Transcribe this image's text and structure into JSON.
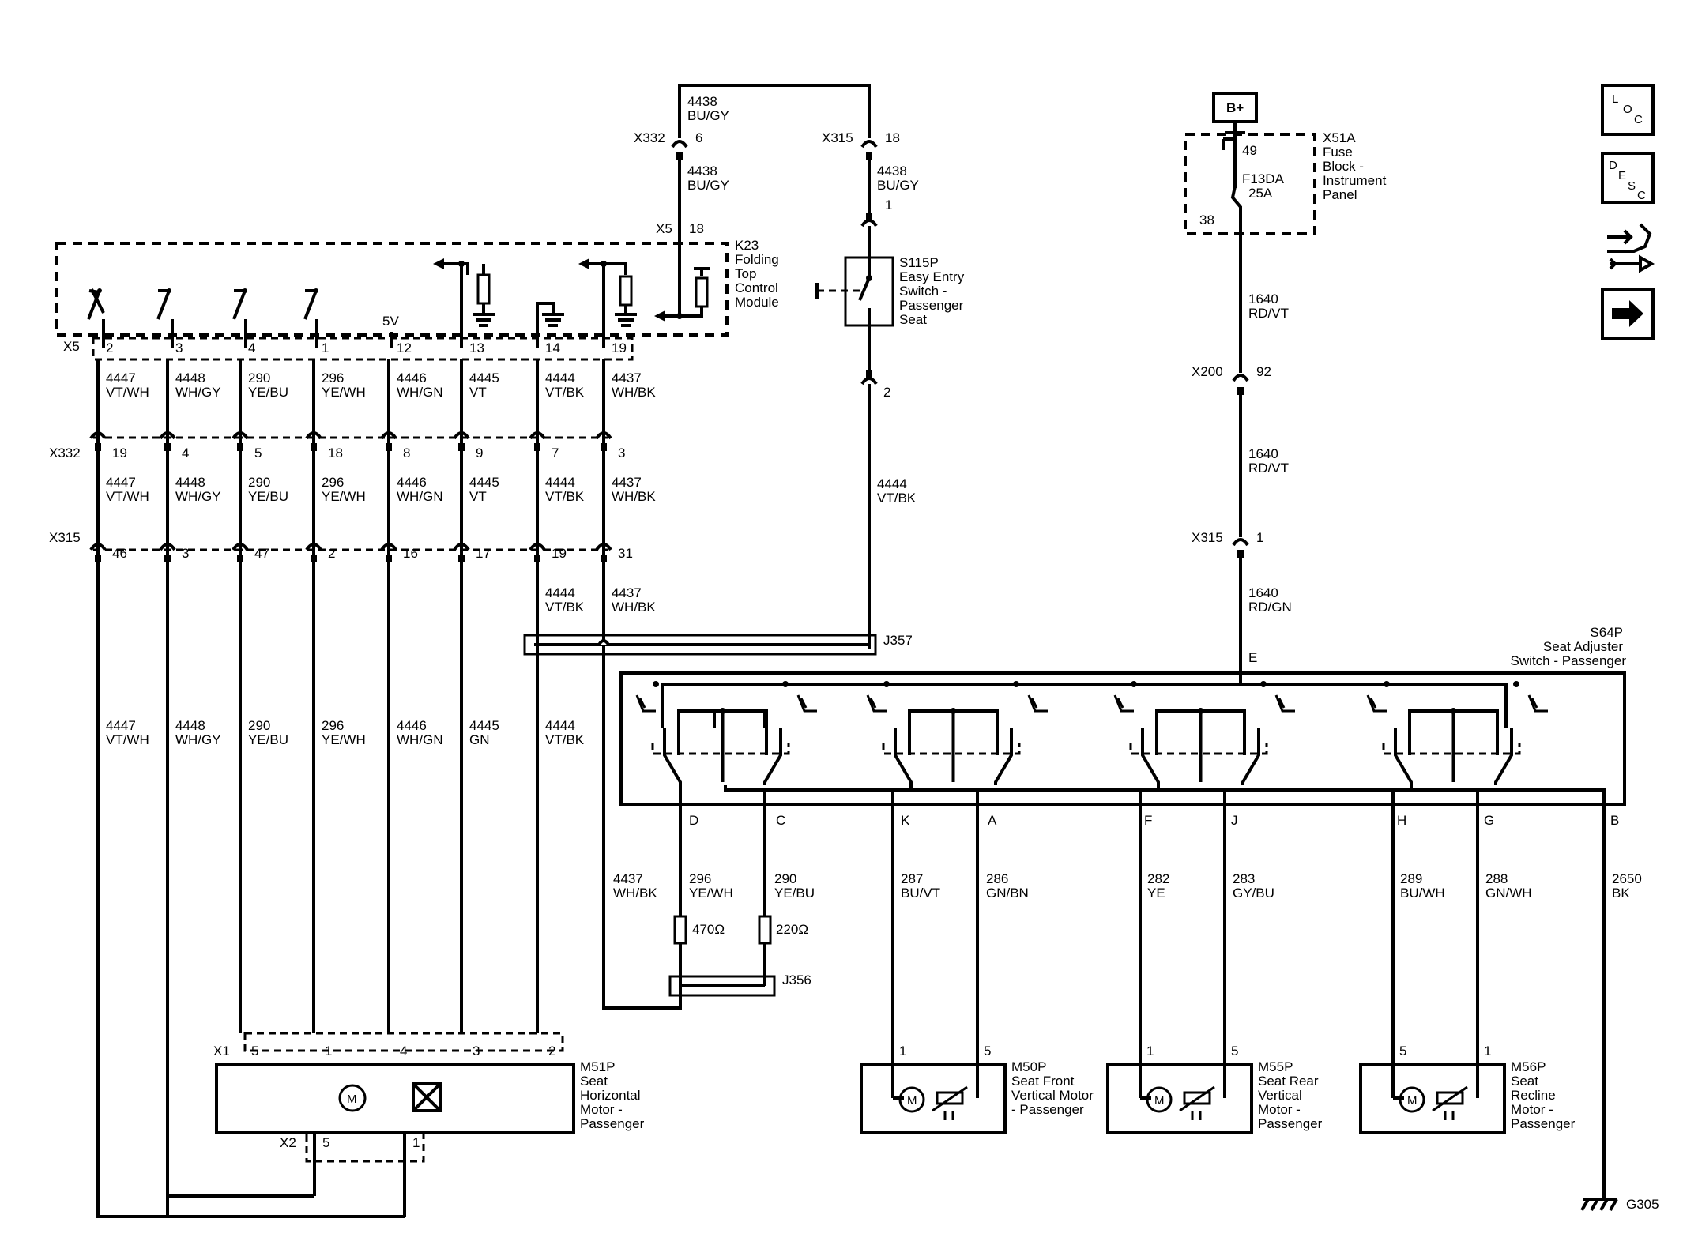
{
  "nav": {
    "loc": {
      "l1": "L",
      "l2": "O",
      "l3": "C"
    },
    "desc": {
      "l1": "D",
      "l2": "E",
      "l3": "S",
      "l4": "C"
    }
  },
  "connectors": {
    "x332": "X332",
    "x315": "X315",
    "x5": "X5",
    "x200": "X200",
    "x1": "X1",
    "x2": "X2",
    "j356": "J356",
    "j357": "J357",
    "g305": "G305"
  },
  "top_circuit": {
    "wire_top": [
      "4438",
      "BU/GY"
    ],
    "x332_pin": "6",
    "x315_pin": "18",
    "wire_left_mid": [
      "4438",
      "BU/GY"
    ],
    "wire_right_mid": [
      "4438",
      "BU/GY"
    ],
    "x5_pin": "18",
    "s115_pin_top": "1",
    "s115_pin_bottom": "2",
    "wire_4444": [
      "4444",
      "VT/BK"
    ]
  },
  "k23": {
    "lines": [
      "K23",
      "Folding",
      "Top",
      "Control",
      "Module"
    ],
    "five_v": "5V"
  },
  "s115p": {
    "lines": [
      "S115P",
      "Easy Entry",
      "Switch -",
      "Passenger",
      "Seat"
    ]
  },
  "battery": {
    "label": "B+"
  },
  "x51a": {
    "lines": [
      "X51A",
      "Fuse",
      "Block -",
      "Instrument",
      "Panel"
    ],
    "pin_in": "49",
    "pin_out": "38",
    "fuse": "F13DA",
    "rating": "25A"
  },
  "feed": {
    "wire_a": [
      "1640",
      "RD/VT"
    ],
    "x200_pin": "92",
    "wire_b": [
      "1640",
      "RD/VT"
    ],
    "x315_pin": "1",
    "wire_c": [
      "1640",
      "RD/GN"
    ]
  },
  "x5_pins": [
    "2",
    "3",
    "4",
    "1",
    "12",
    "13",
    "14",
    "19"
  ],
  "x332_pins": [
    "19",
    "4",
    "5",
    "18",
    "8",
    "9",
    "7",
    "3"
  ],
  "x315_pins": [
    "46",
    "3",
    "47",
    "2",
    "16",
    "17",
    "19",
    "31"
  ],
  "wires_row1": [
    [
      "4447",
      "VT/WH"
    ],
    [
      "4448",
      "WH/GY"
    ],
    [
      "290",
      "YE/BU"
    ],
    [
      "296",
      "YE/WH"
    ],
    [
      "4446",
      "WH/GN"
    ],
    [
      "4445",
      "VT"
    ],
    [
      "4444",
      "VT/BK"
    ],
    [
      "4437",
      "WH/BK"
    ]
  ],
  "wires_row2": [
    [
      "4447",
      "VT/WH"
    ],
    [
      "4448",
      "WH/GY"
    ],
    [
      "290",
      "YE/BU"
    ],
    [
      "296",
      "YE/WH"
    ],
    [
      "4446",
      "WH/GN"
    ],
    [
      "4445",
      "VT"
    ],
    [
      "4444",
      "VT/BK"
    ],
    [
      "4437",
      "WH/BK"
    ]
  ],
  "wires_row3": [
    [
      "4444",
      "VT/BK"
    ],
    [
      "4437",
      "WH/BK"
    ]
  ],
  "wires_row4": [
    [
      "4447",
      "VT/WH"
    ],
    [
      "4448",
      "WH/GY"
    ],
    [
      "290",
      "YE/BU"
    ],
    [
      "296",
      "YE/WH"
    ],
    [
      "4446",
      "WH/GN"
    ],
    [
      "4445",
      "GN"
    ],
    [
      "4444",
      "VT/BK"
    ]
  ],
  "s64p": {
    "lines": [
      "S64P",
      "Seat Adjuster",
      "Switch - Passenger"
    ],
    "pins": {
      "e": "E",
      "d": "D",
      "c": "C",
      "k": "K",
      "a": "A",
      "f": "F",
      "j": "J",
      "h": "H",
      "g": "G",
      "b": "B"
    }
  },
  "lower_wires": {
    "w4437": [
      "4437",
      "WH/BK"
    ],
    "w296": [
      "296",
      "YE/WH"
    ],
    "w290": [
      "290",
      "YE/BU"
    ],
    "w287": [
      "287",
      "BU/VT"
    ],
    "w286": [
      "286",
      "GN/BN"
    ],
    "w282": [
      "282",
      "YE"
    ],
    "w283": [
      "283",
      "GY/BU"
    ],
    "w289": [
      "289",
      "BU/WH"
    ],
    "w288": [
      "288",
      "GN/WH"
    ],
    "w2650": [
      "2650",
      "BK"
    ]
  },
  "resistors": {
    "r1": "470Ω",
    "r2": "220Ω"
  },
  "m51p": {
    "lines": [
      "M51P",
      "Seat",
      "Horizontal",
      "Motor -",
      "Passenger"
    ],
    "x1_pins": [
      "5",
      "1",
      "4",
      "3",
      "2"
    ],
    "x2_pins": [
      "5",
      "1"
    ]
  },
  "m50p": {
    "lines": [
      "M50P",
      "Seat Front",
      "Vertical Motor",
      "- Passenger"
    ],
    "pins": [
      "1",
      "5"
    ]
  },
  "m55p": {
    "lines": [
      "M55P",
      "Seat Rear",
      "Vertical",
      "Motor -",
      "Passenger"
    ],
    "pins": [
      "1",
      "5"
    ]
  },
  "m56p": {
    "lines": [
      "M56P",
      "Seat",
      "Recline",
      "Motor -",
      "Passenger"
    ],
    "pins": [
      "5",
      "1"
    ]
  },
  "motor_glyph": "M"
}
